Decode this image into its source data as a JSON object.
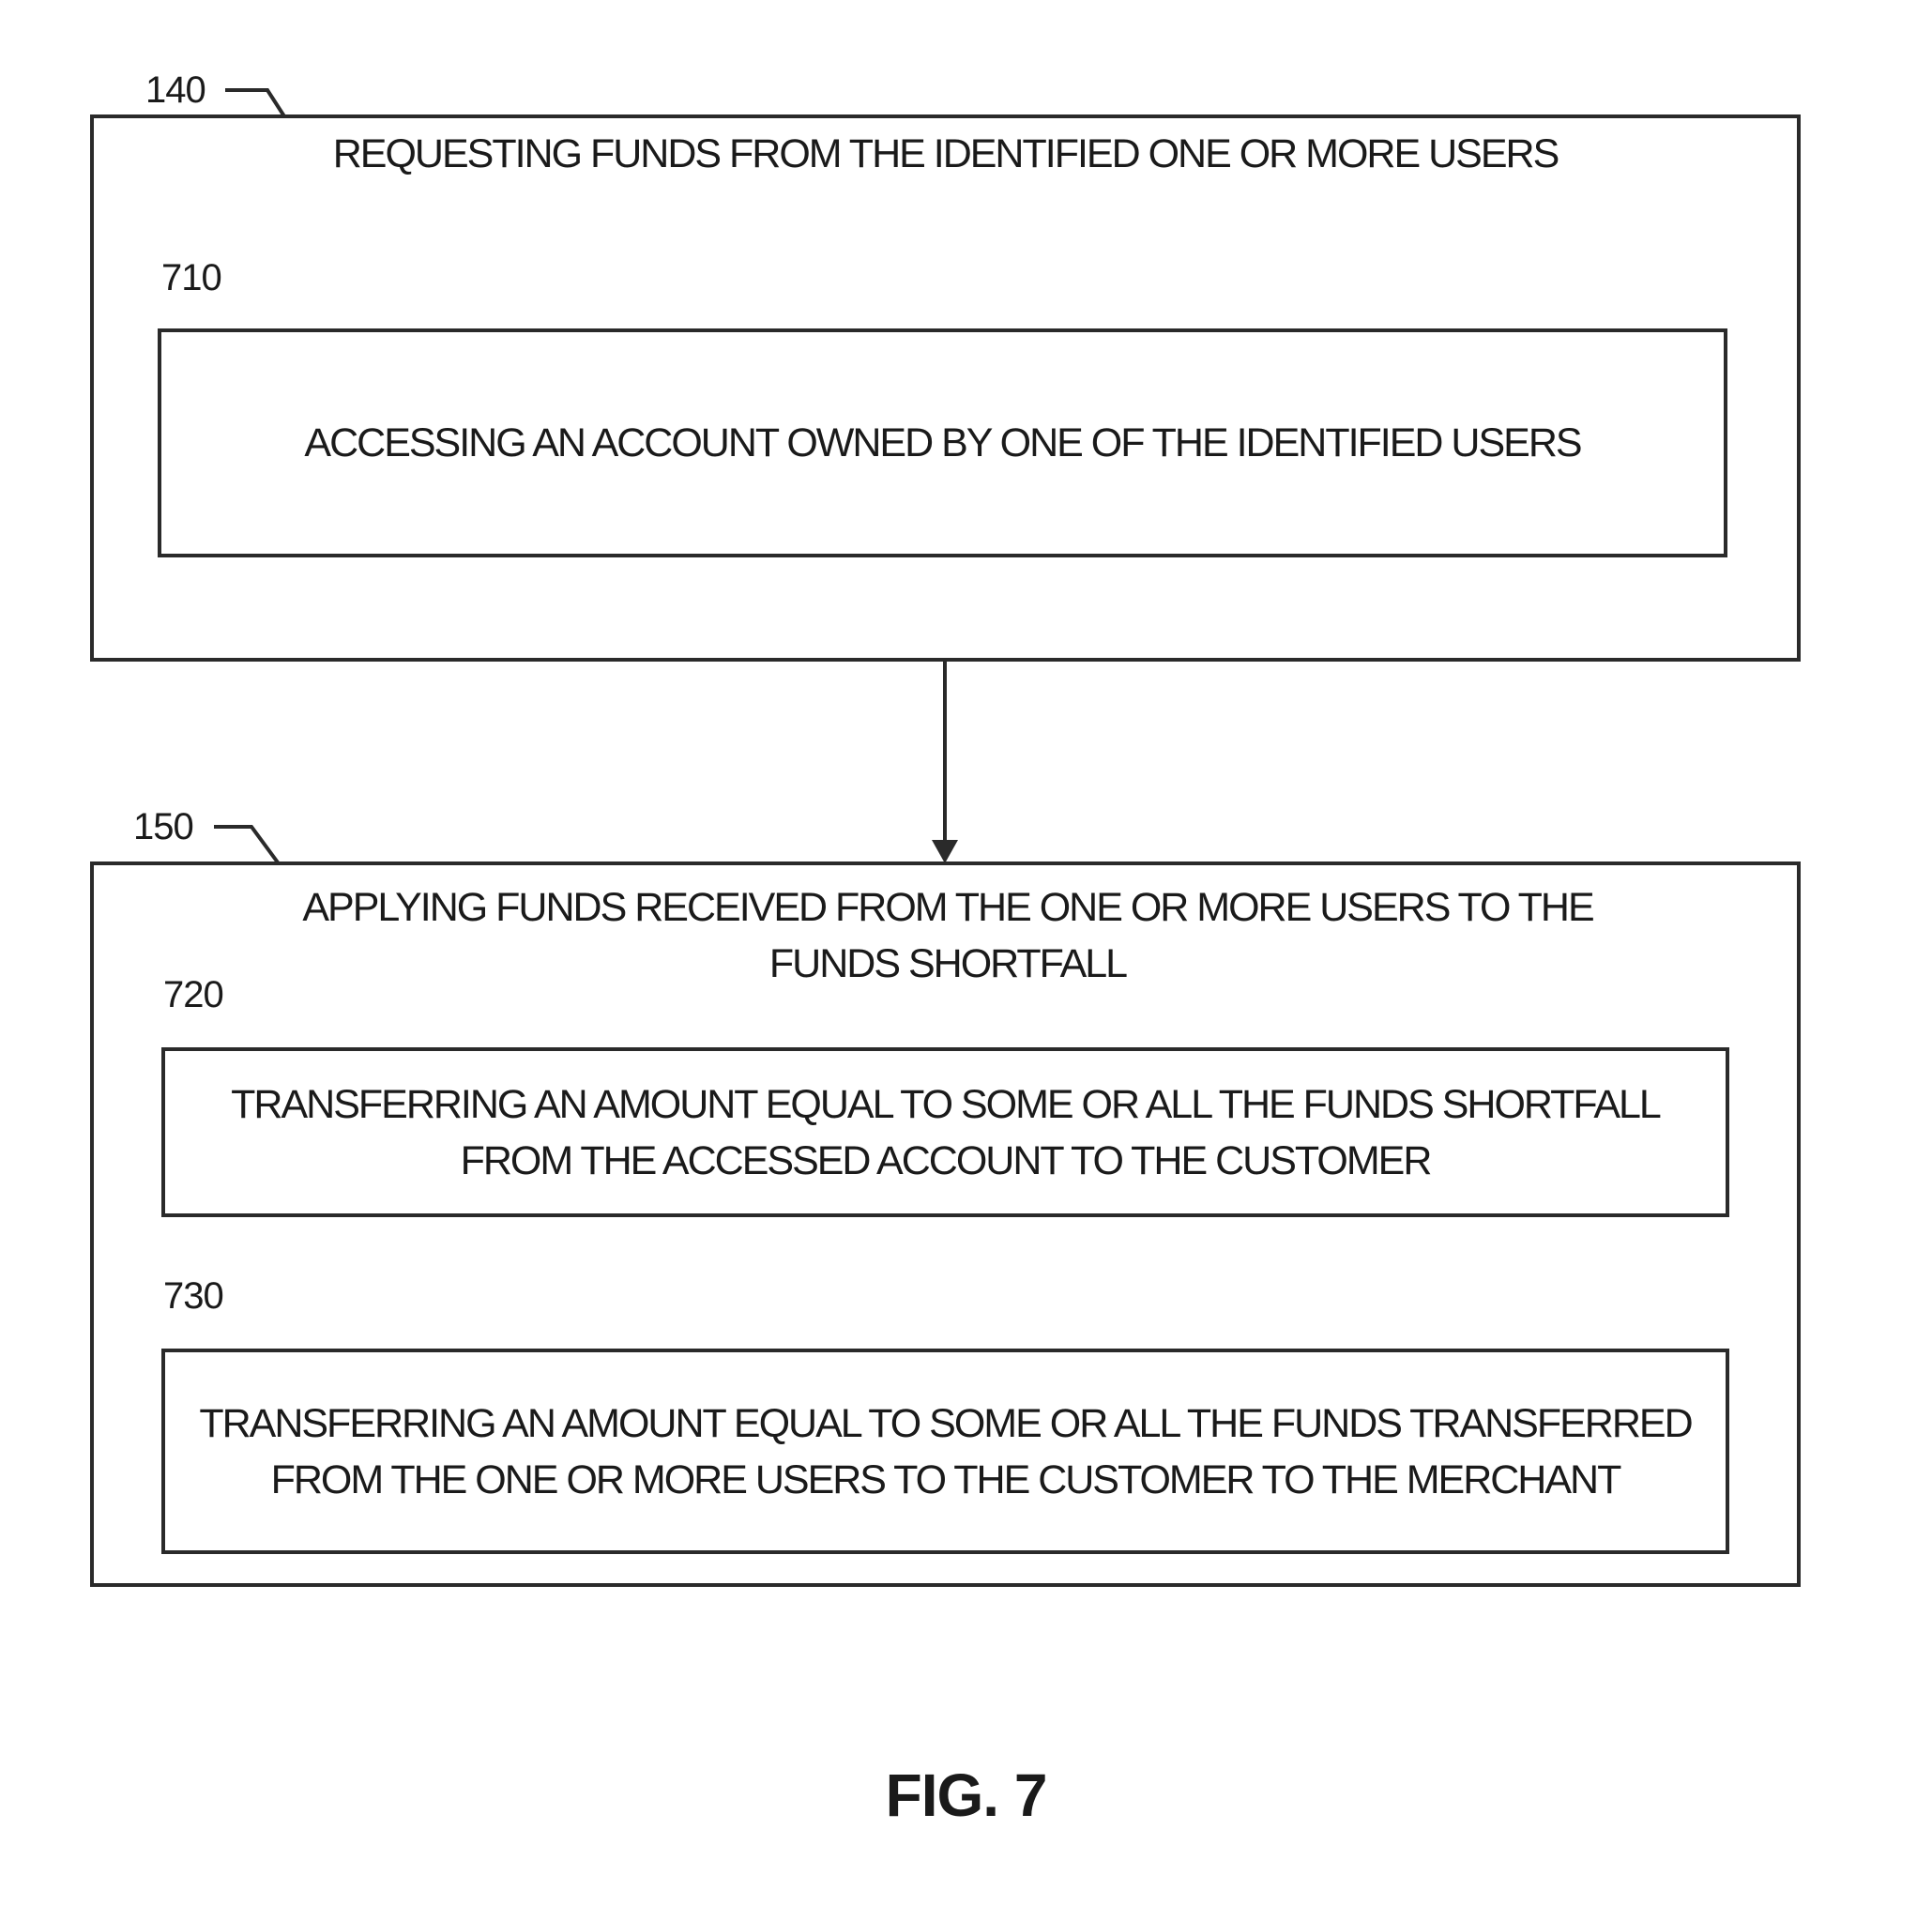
{
  "steps": {
    "s140": {
      "ref": "140",
      "text": "REQUESTING FUNDS FROM THE IDENTIFIED ONE OR MORE USERS"
    },
    "s710": {
      "ref": "710",
      "text": "ACCESSING AN ACCOUNT OWNED BY ONE OF THE IDENTIFIED USERS"
    },
    "s150": {
      "ref": "150",
      "text": "APPLYING FUNDS RECEIVED FROM THE ONE OR MORE USERS TO THE FUNDS SHORTFALL"
    },
    "s720": {
      "ref": "720",
      "text": "TRANSFERRING AN AMOUNT EQUAL TO SOME OR ALL THE FUNDS SHORTFALL FROM THE ACCESSED ACCOUNT TO THE CUSTOMER"
    },
    "s730": {
      "ref": "730",
      "text": "TRANSFERRING AN AMOUNT EQUAL TO SOME OR ALL THE FUNDS TRANSFERRED FROM THE ONE OR MORE USERS TO THE CUSTOMER TO THE MERCHANT"
    }
  },
  "figure": {
    "caption": "FIG. 7"
  }
}
